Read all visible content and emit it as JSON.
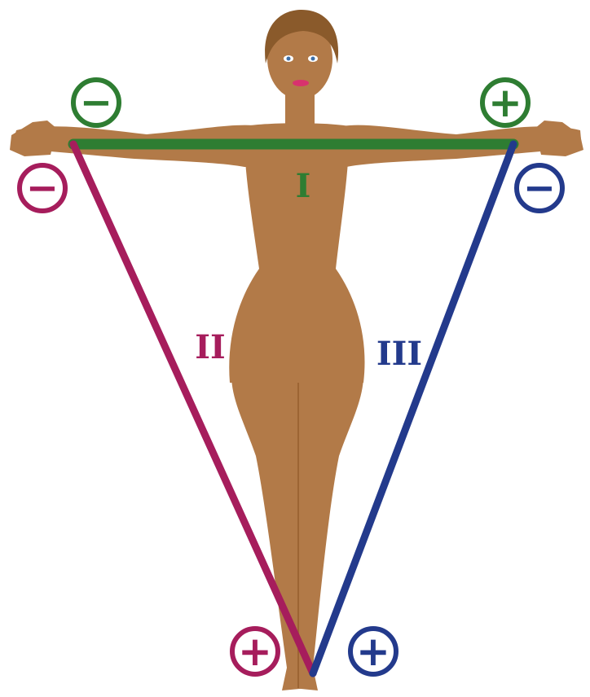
{
  "colors": {
    "lead_I": "#2e7d32",
    "lead_II": "#a61d5c",
    "lead_III": "#233a8c",
    "skin": "#b27a48",
    "skin_shade": "#9c6433",
    "hair": "#8a5a2b",
    "lips": "#d8326e",
    "background": "#ffffff"
  },
  "leads": [
    {
      "id": "I",
      "label": "I",
      "color_key": "lead_I",
      "negative_sign": "−",
      "positive_sign": "+",
      "from": "right-arm",
      "to": "left-arm"
    },
    {
      "id": "II",
      "label": "II",
      "color_key": "lead_II",
      "negative_sign": "−",
      "positive_sign": "+",
      "from": "right-arm",
      "to": "left-leg"
    },
    {
      "id": "III",
      "label": "III",
      "color_key": "lead_III",
      "negative_sign": "−",
      "positive_sign": "+",
      "from": "left-arm",
      "to": "left-leg"
    }
  ]
}
